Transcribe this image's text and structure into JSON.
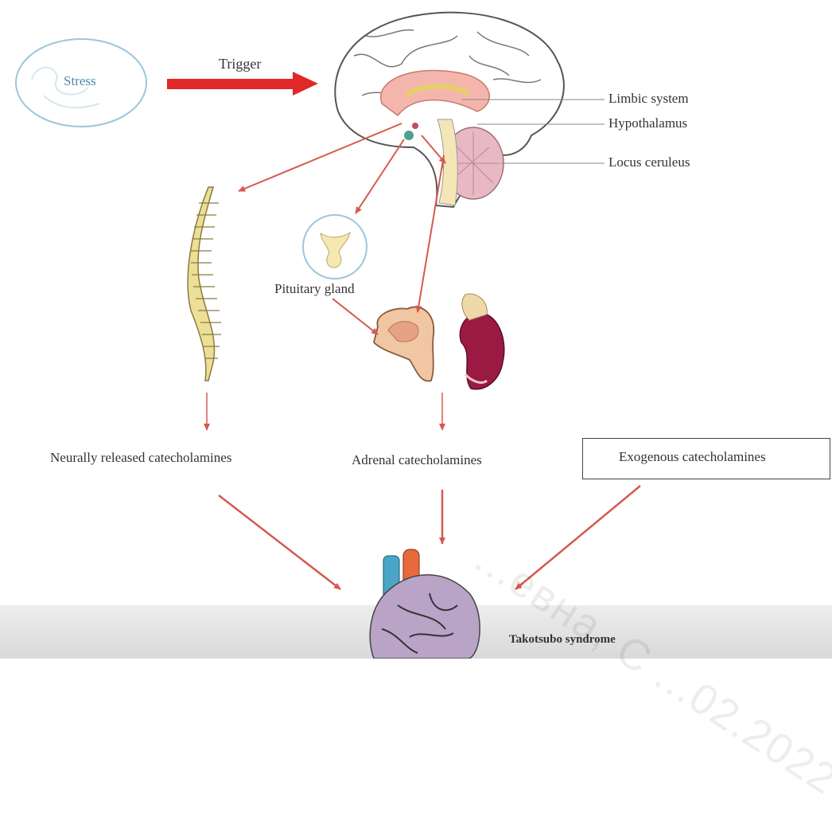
{
  "labels": {
    "stress": "Stress",
    "trigger": "Trigger",
    "limbic_system": "Limbic system",
    "hypothalamus": "Hypothalamus",
    "locus_ceruleus": "Locus ceruleus",
    "pituitary_gland": "Pituitary gland",
    "neurally_released": "Neurally released catecholamines",
    "adrenal": "Adrenal catecholamines",
    "exogenous": "Exogenous catecholamines",
    "takotsubo": "Takotsubo syndrome"
  },
  "watermark": "...евна, С ...02.2022",
  "colors": {
    "arrow": "#d45a4e",
    "trigger_arrow": "#e02828",
    "stress_ellipse": "#9cc6dc",
    "spine": "#e9d98a",
    "kidney": "#9b1a44",
    "adrenal": "#e8b48a",
    "brain_outline": "#555555"
  }
}
